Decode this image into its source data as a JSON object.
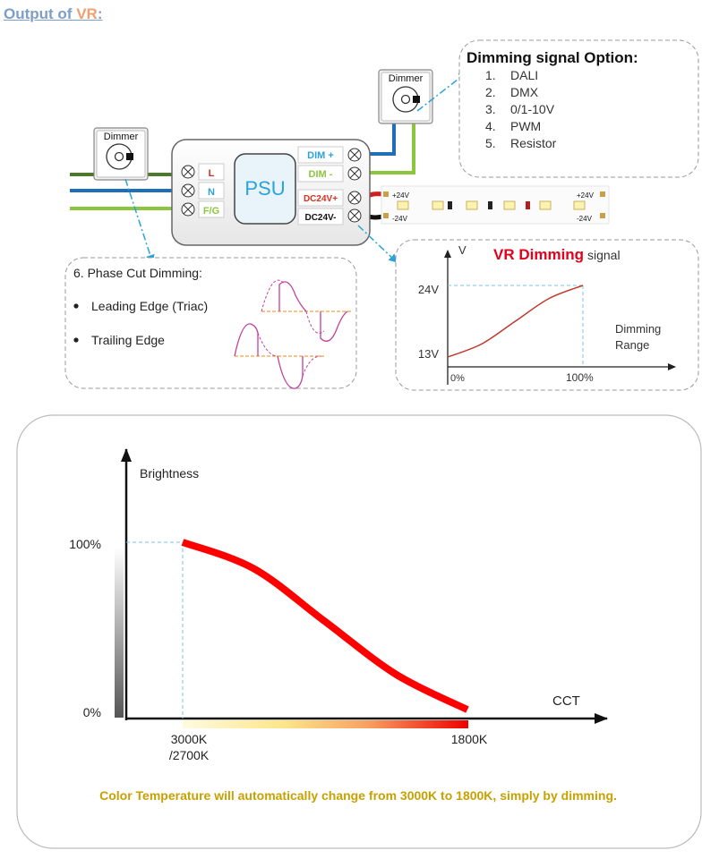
{
  "title": {
    "part1": "Output of ",
    "part2": "VR",
    "part3": ":"
  },
  "dimmer_label": "Dimmer",
  "psu": {
    "label": "PSU",
    "left_terminals": [
      "L",
      "N",
      "F/G"
    ],
    "right_terminals": [
      "DIM +",
      "DIM -",
      "DC24V+",
      "DC24V-"
    ]
  },
  "led_strip": {
    "plus_label": "+24V",
    "minus_label": "-24V"
  },
  "dimming_options": {
    "heading": "Dimming signal Option:",
    "items": [
      "DALI",
      "DMX",
      "0/1-10V",
      "PWM",
      "Resistor"
    ]
  },
  "phase_cut": {
    "heading": "6. Phase Cut Dimming:",
    "items": [
      "Leading Edge (Triac)",
      "Trailing Edge"
    ]
  },
  "vr_chart": {
    "title_red": "VR Dimming",
    "title_rest": " signal",
    "y_axis_label": "V",
    "y_ticks": [
      "24V",
      "13V"
    ],
    "x_ticks": [
      "0%",
      "100%"
    ],
    "range_label": [
      "Dimming",
      "Range"
    ]
  },
  "cct_chart": {
    "y_axis_label": "Brightness",
    "x_axis_label": "CCT",
    "y_ticks": [
      "100%",
      "0%"
    ],
    "x_left_tick": [
      "3000K",
      "/2700K"
    ],
    "x_right_tick": "1800K",
    "caption": "Color Temperature will automatically change from 3000K to 1800K, simply by dimming."
  },
  "chart_data": [
    {
      "type": "line",
      "title": "VR Dimming signal",
      "xlabel": "",
      "ylabel": "V",
      "x": [
        0,
        25,
        50,
        75,
        100
      ],
      "y": [
        13,
        15,
        18.5,
        22,
        24
      ],
      "x_ticks": [
        "0%",
        "100%"
      ],
      "y_ticks": [
        "13V",
        "24V"
      ],
      "annotations": [
        "Dimming Range"
      ],
      "color": "#c0392b"
    },
    {
      "type": "line",
      "title": "",
      "xlabel": "CCT",
      "ylabel": "Brightness",
      "x": [
        3000,
        2700,
        2400,
        2100,
        1800
      ],
      "y": [
        100,
        85,
        55,
        25,
        5
      ],
      "x_ticks": [
        "3000K /2700K",
        "1800K"
      ],
      "y_ticks": [
        "0%",
        "100%"
      ],
      "color": "#ff0000"
    }
  ],
  "colors": {
    "link_blue": "#7d9ec8",
    "link_orange": "#f0a070",
    "accent_red": "#e3001b",
    "caption_gold": "#c8a000",
    "terminal_red": "#d9301e",
    "terminal_blue": "#2aa3d9",
    "terminal_green": "#8cc63f",
    "wire_blue": "#1f6fb8",
    "wire_green": "#8cc63f",
    "wire_dark_green": "#4d7a2a"
  }
}
